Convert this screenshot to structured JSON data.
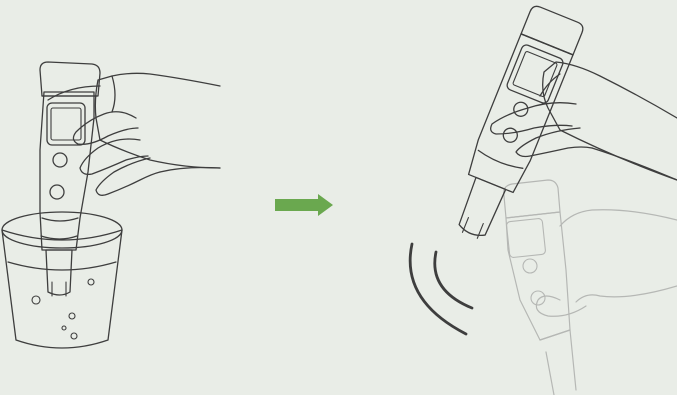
{
  "colors": {
    "background": "#e9ede7",
    "line": "#3e3e3e",
    "fill_light": "#ffffff",
    "arrow": "#6aa84f",
    "ghost_line": "#8c8c8c"
  },
  "icons": {
    "left_panel": "meter-in-beaker-illustration",
    "arrow": "right-arrow-icon",
    "right_panel": "meter-shaking-illustration"
  },
  "steps": [
    {
      "id": "immerse-probe"
    },
    {
      "id": "shake-off-drops"
    }
  ]
}
